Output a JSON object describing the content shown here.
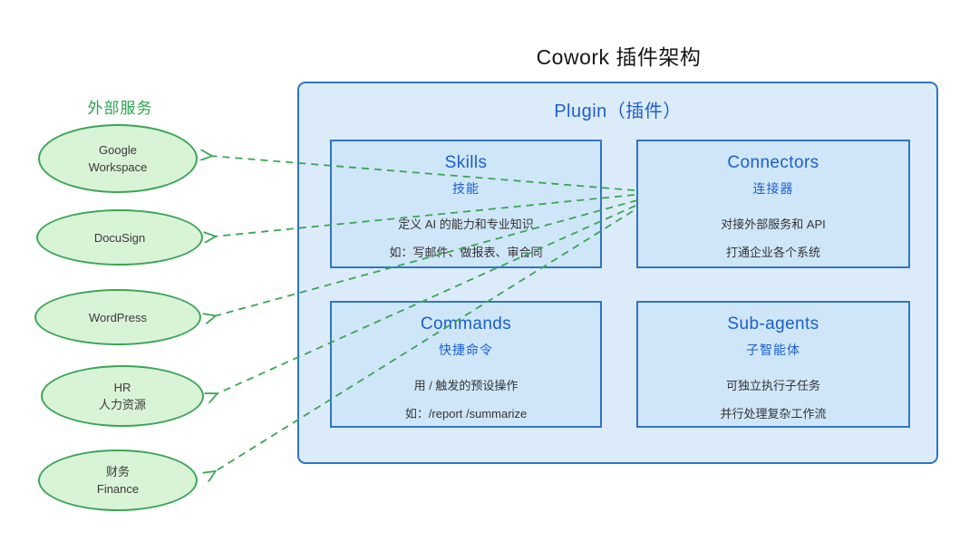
{
  "title": "Cowork 插件架构",
  "external": {
    "label": "外部服务",
    "nodes": [
      {
        "id": "google-workspace",
        "line1": "Google",
        "line2": "Workspace"
      },
      {
        "id": "docusign",
        "line1": "DocuSign",
        "line2": ""
      },
      {
        "id": "wordpress",
        "line1": "WordPress",
        "line2": ""
      },
      {
        "id": "hr",
        "line1": "HR",
        "line2": "人力资源"
      },
      {
        "id": "finance",
        "line1": "财务",
        "line2": "Finance"
      }
    ]
  },
  "plugin": {
    "title": "Plugin（插件）",
    "boxes": [
      {
        "title": "Skills",
        "subtitle": "技能",
        "line1": "定义 AI 的能力和专业知识",
        "line2": "如：写邮件、做报表、审合同"
      },
      {
        "title": "Connectors",
        "subtitle": "连接器",
        "line1": "对接外部服务和 API",
        "line2": "打通企业各个系统"
      },
      {
        "title": "Commands",
        "subtitle": "快捷命令",
        "line1": "用 / 触发的预设操作",
        "line2": "如：/report  /summarize"
      },
      {
        "title": "Sub-agents",
        "subtitle": "子智能体",
        "line1": "可独立执行子任务",
        "line2": "并行处理复杂工作流"
      }
    ]
  },
  "colors": {
    "green_stroke": "#3aa655",
    "green_fill": "#d9f3d7",
    "green_text": "#2da44e",
    "blue_stroke": "#2e75c6",
    "outer_fill": "#dcebfa",
    "inner_fill": "#cfe6f8",
    "blue_text": "#1a5fd0"
  }
}
